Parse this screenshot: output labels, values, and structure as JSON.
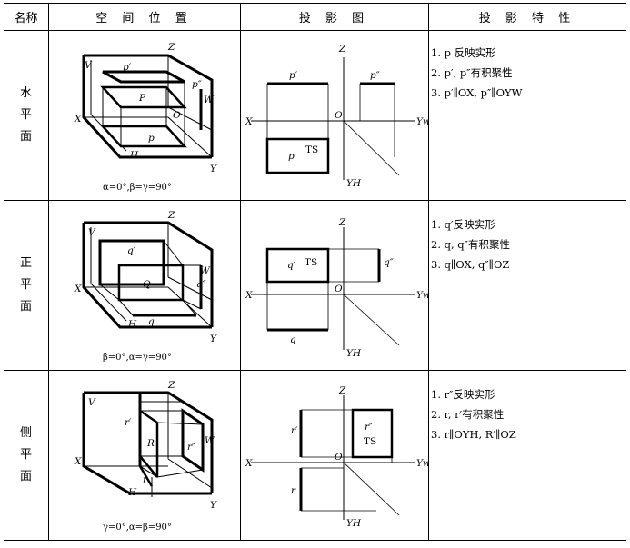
{
  "headers": {
    "name": "名称",
    "spatial": "空 间 位 置",
    "projection": "投 影 图",
    "properties": "投 影 特 性"
  },
  "rows": [
    {
      "name": [
        "水",
        "平",
        "面"
      ],
      "angles": "α=0°,β=γ=90°",
      "plane_label": "P",
      "front_label": "p′",
      "side_label": "p″",
      "top_label": "p",
      "ts_label": "TS",
      "axis": {
        "z": "Z",
        "x": "X",
        "o": "O",
        "yw": "Yw",
        "yh": "YH",
        "v": "V",
        "h": "H",
        "w": "W",
        "y": "Y"
      },
      "properties": [
        "1. p 反映实形",
        "2. p′, p″有积聚性",
        "3. p′∥OX, p″∥OYW"
      ]
    },
    {
      "name": [
        "正",
        "平",
        "面"
      ],
      "angles": "β=0°,α=γ=90°",
      "plane_label": "Q",
      "front_label": "q′",
      "side_label": "q″",
      "top_label": "q",
      "ts_label": "TS",
      "axis": {
        "z": "Z",
        "x": "X",
        "o": "O",
        "yw": "Yw",
        "yh": "YH",
        "v": "V",
        "h": "H",
        "w": "W",
        "y": "Y"
      },
      "properties": [
        "1. q′反映实形",
        "2. q, q″有积聚性",
        "3. q∥OX, q″∥OZ"
      ]
    },
    {
      "name": [
        "侧",
        "平",
        "面"
      ],
      "angles": "γ=0°,α=β=90°",
      "plane_label": "R",
      "front_label": "r′",
      "side_label": "r″",
      "top_label": "r",
      "ts_label": "TS",
      "axis": {
        "z": "Z",
        "x": "X",
        "o": "O",
        "yw": "Yw",
        "yh": "YH",
        "v": "V",
        "h": "H",
        "w": "W",
        "y": "Y"
      },
      "properties": [
        "1. r″反映实形",
        "2. r, r′有积聚性",
        "3. r∥OYH, R′∥OZ"
      ]
    }
  ]
}
